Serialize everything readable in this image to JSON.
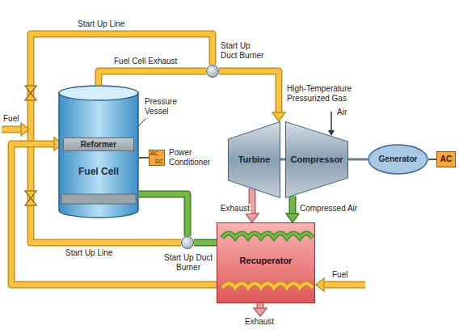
{
  "diagram": {
    "nodes": [
      {
        "text": [
          "Fuel Cell"
        ]
      },
      {
        "text": [
          "Reformer"
        ],
        "in": 0
      },
      {
        "text": [
          "AC",
          "DC",
          "Power Conditioner"
        ]
      },
      {
        "text": [
          "Start Up Duct Burner"
        ]
      },
      {
        "text": [
          "Turbine"
        ]
      },
      {
        "text": [
          "Compressor"
        ]
      },
      {
        "text": [
          "Generator"
        ]
      },
      {
        "text": [
          "AC"
        ]
      },
      {
        "text": [
          "Start Up Duct Burner"
        ]
      },
      {
        "text": [
          "Recuperator"
        ]
      }
    ],
    "edges": [
      {
        "from": 0,
        "to": 3,
        "label": "Fuel Cell Exhaust",
        "arrow": "none"
      },
      {
        "from": 3,
        "to": 4,
        "label": "High-Temperature Pressurized Gas",
        "arrow": "to"
      },
      {
        "from": 4,
        "to": 9,
        "label": "Exhaust",
        "arrow": "to"
      },
      {
        "from": 5,
        "to": 9,
        "label": "Compressed Air",
        "arrow": "to"
      },
      {
        "from": 9,
        "to": 8,
        "arrow": "none"
      },
      {
        "from": 8,
        "to": 0,
        "arrow": "none"
      },
      {
        "from": 0,
        "to": 2,
        "arrow": "none"
      },
      {
        "from": 4,
        "to": 5,
        "arrow": "none"
      },
      {
        "from": 5,
        "to": 6,
        "arrow": "none"
      },
      {
        "from": 6,
        "to": 7,
        "arrow": "none"
      },
      {
        "from": 9,
        "to": 1,
        "arrow": "to"
      }
    ],
    "labels": [
      "Start Up Line",
      "Fuel",
      "Pressure Vessel",
      "Air",
      "Start Up Line",
      "Fuel",
      "Exhaust"
    ]
  }
}
